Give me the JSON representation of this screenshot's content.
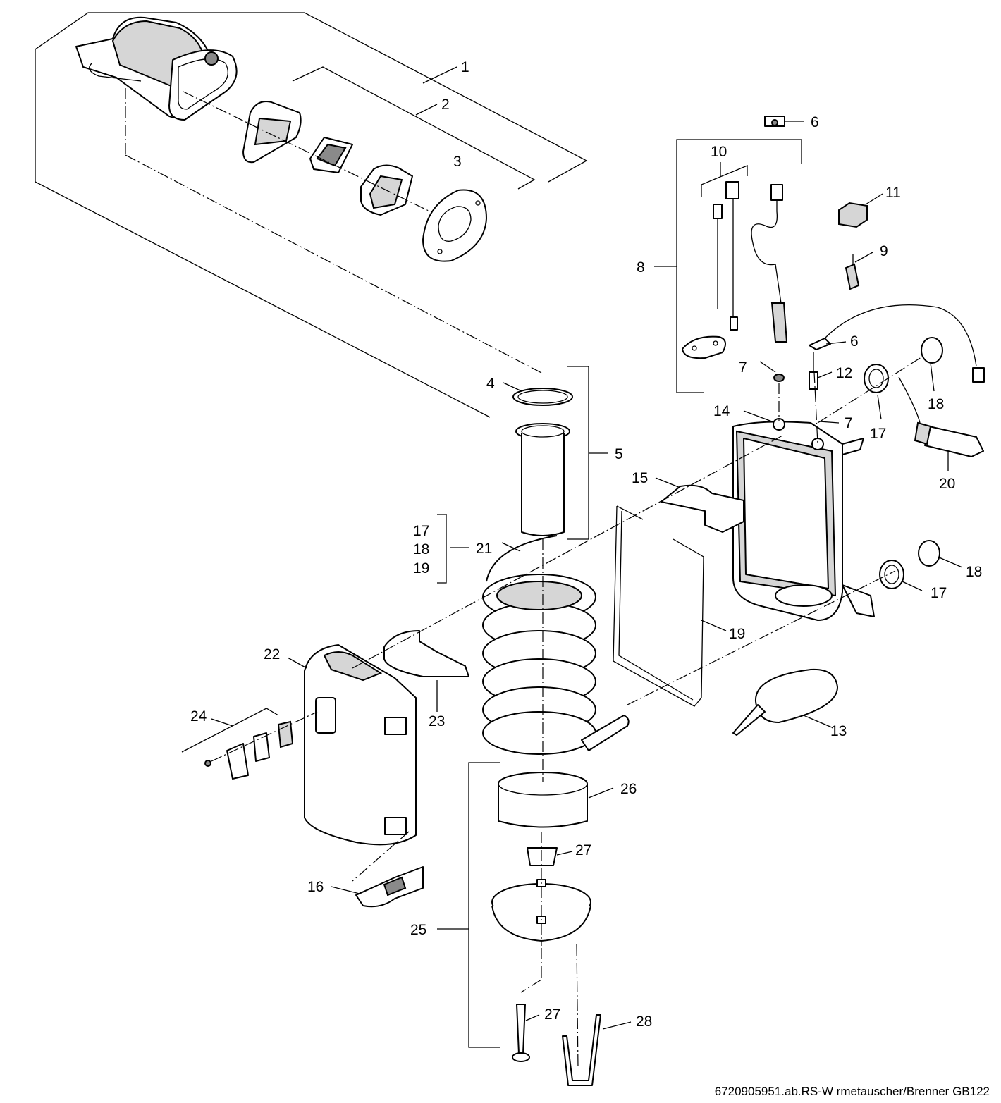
{
  "footer_caption": "6720905951.ab.RS-W rmetauscher/Brenner GB122",
  "part_labels": {
    "p1": "1",
    "p2": "2",
    "p3": "3",
    "p4": "4",
    "p5": "5",
    "p6a": "6",
    "p6b": "6",
    "p7a": "7",
    "p7b": "7",
    "p8": "8",
    "p9": "9",
    "p10": "10",
    "p11": "11",
    "p12": "12",
    "p13": "13",
    "p14": "14",
    "p15": "15",
    "p16": "16",
    "p17a": "17",
    "p17b": "17",
    "p17c": "17",
    "p18a": "18",
    "p18b": "18",
    "p18c": "18",
    "p19a": "19",
    "p19b": "19",
    "p20": "20",
    "p21": "21",
    "p22": "22",
    "p23": "23",
    "p24": "24",
    "p25": "25",
    "p26": "26",
    "p27a": "27",
    "p27b": "27",
    "p28": "28"
  }
}
